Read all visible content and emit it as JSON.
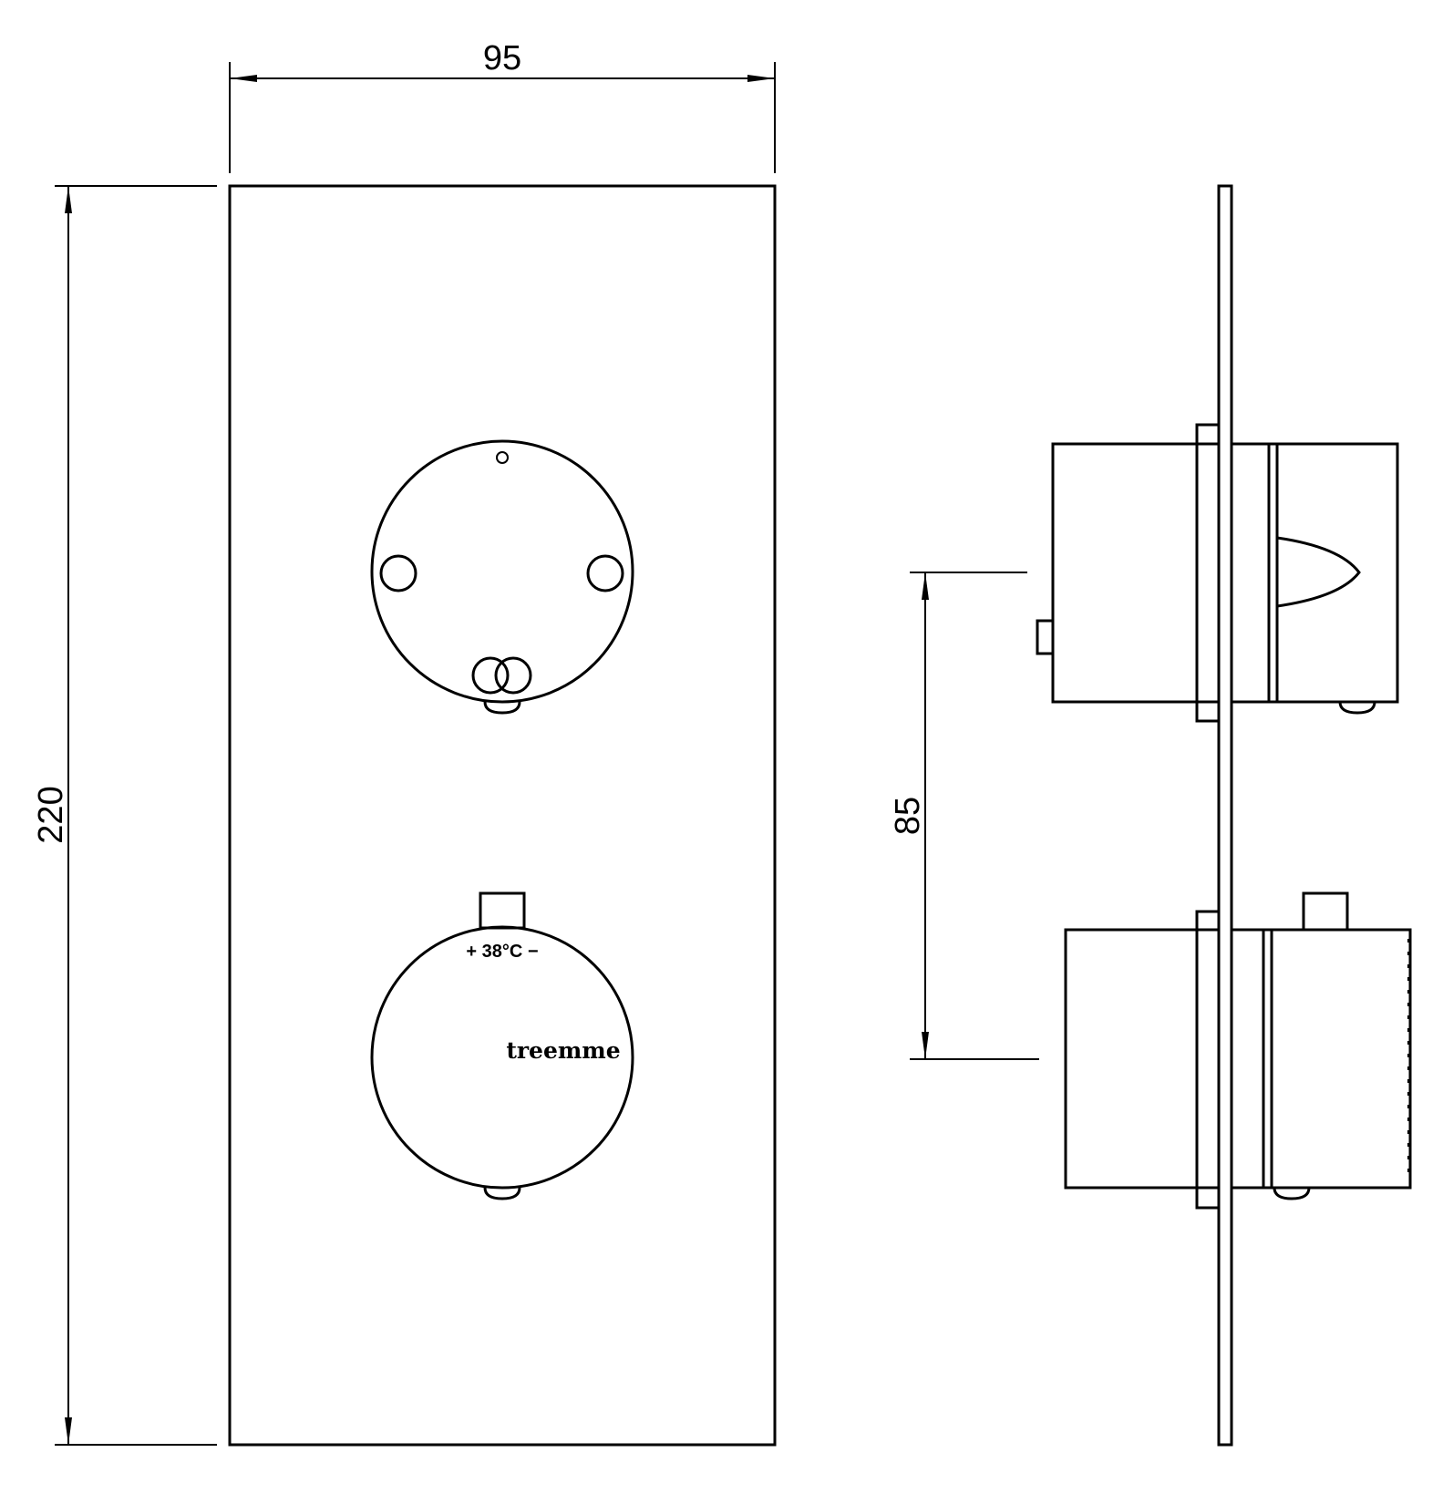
{
  "dimensions": {
    "width_label": "95",
    "height_label": "220",
    "spacing_label": "85"
  },
  "front_view": {
    "temperature_label": "+ 38°C −",
    "brand_label": "treemme"
  },
  "colors": {
    "line": "#000000",
    "background": "#ffffff"
  }
}
